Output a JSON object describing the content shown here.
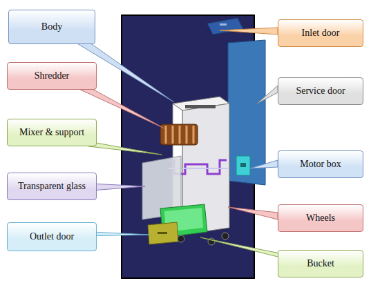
{
  "diagram": {
    "nodes": [
      {
        "text": [
          "Body"
        ]
      },
      {
        "text": [
          "Inlet door"
        ]
      },
      {
        "text": [
          "Shredder"
        ]
      },
      {
        "text": [
          "Service door"
        ]
      },
      {
        "text": [
          "Mixer & support"
        ]
      },
      {
        "text": [
          "Motor box"
        ]
      },
      {
        "text": [
          "Transparent glass"
        ]
      },
      {
        "text": [
          "Wheels"
        ]
      },
      {
        "text": [
          "Outlet door"
        ]
      },
      {
        "text": [
          "Bucket"
        ]
      }
    ]
  }
}
